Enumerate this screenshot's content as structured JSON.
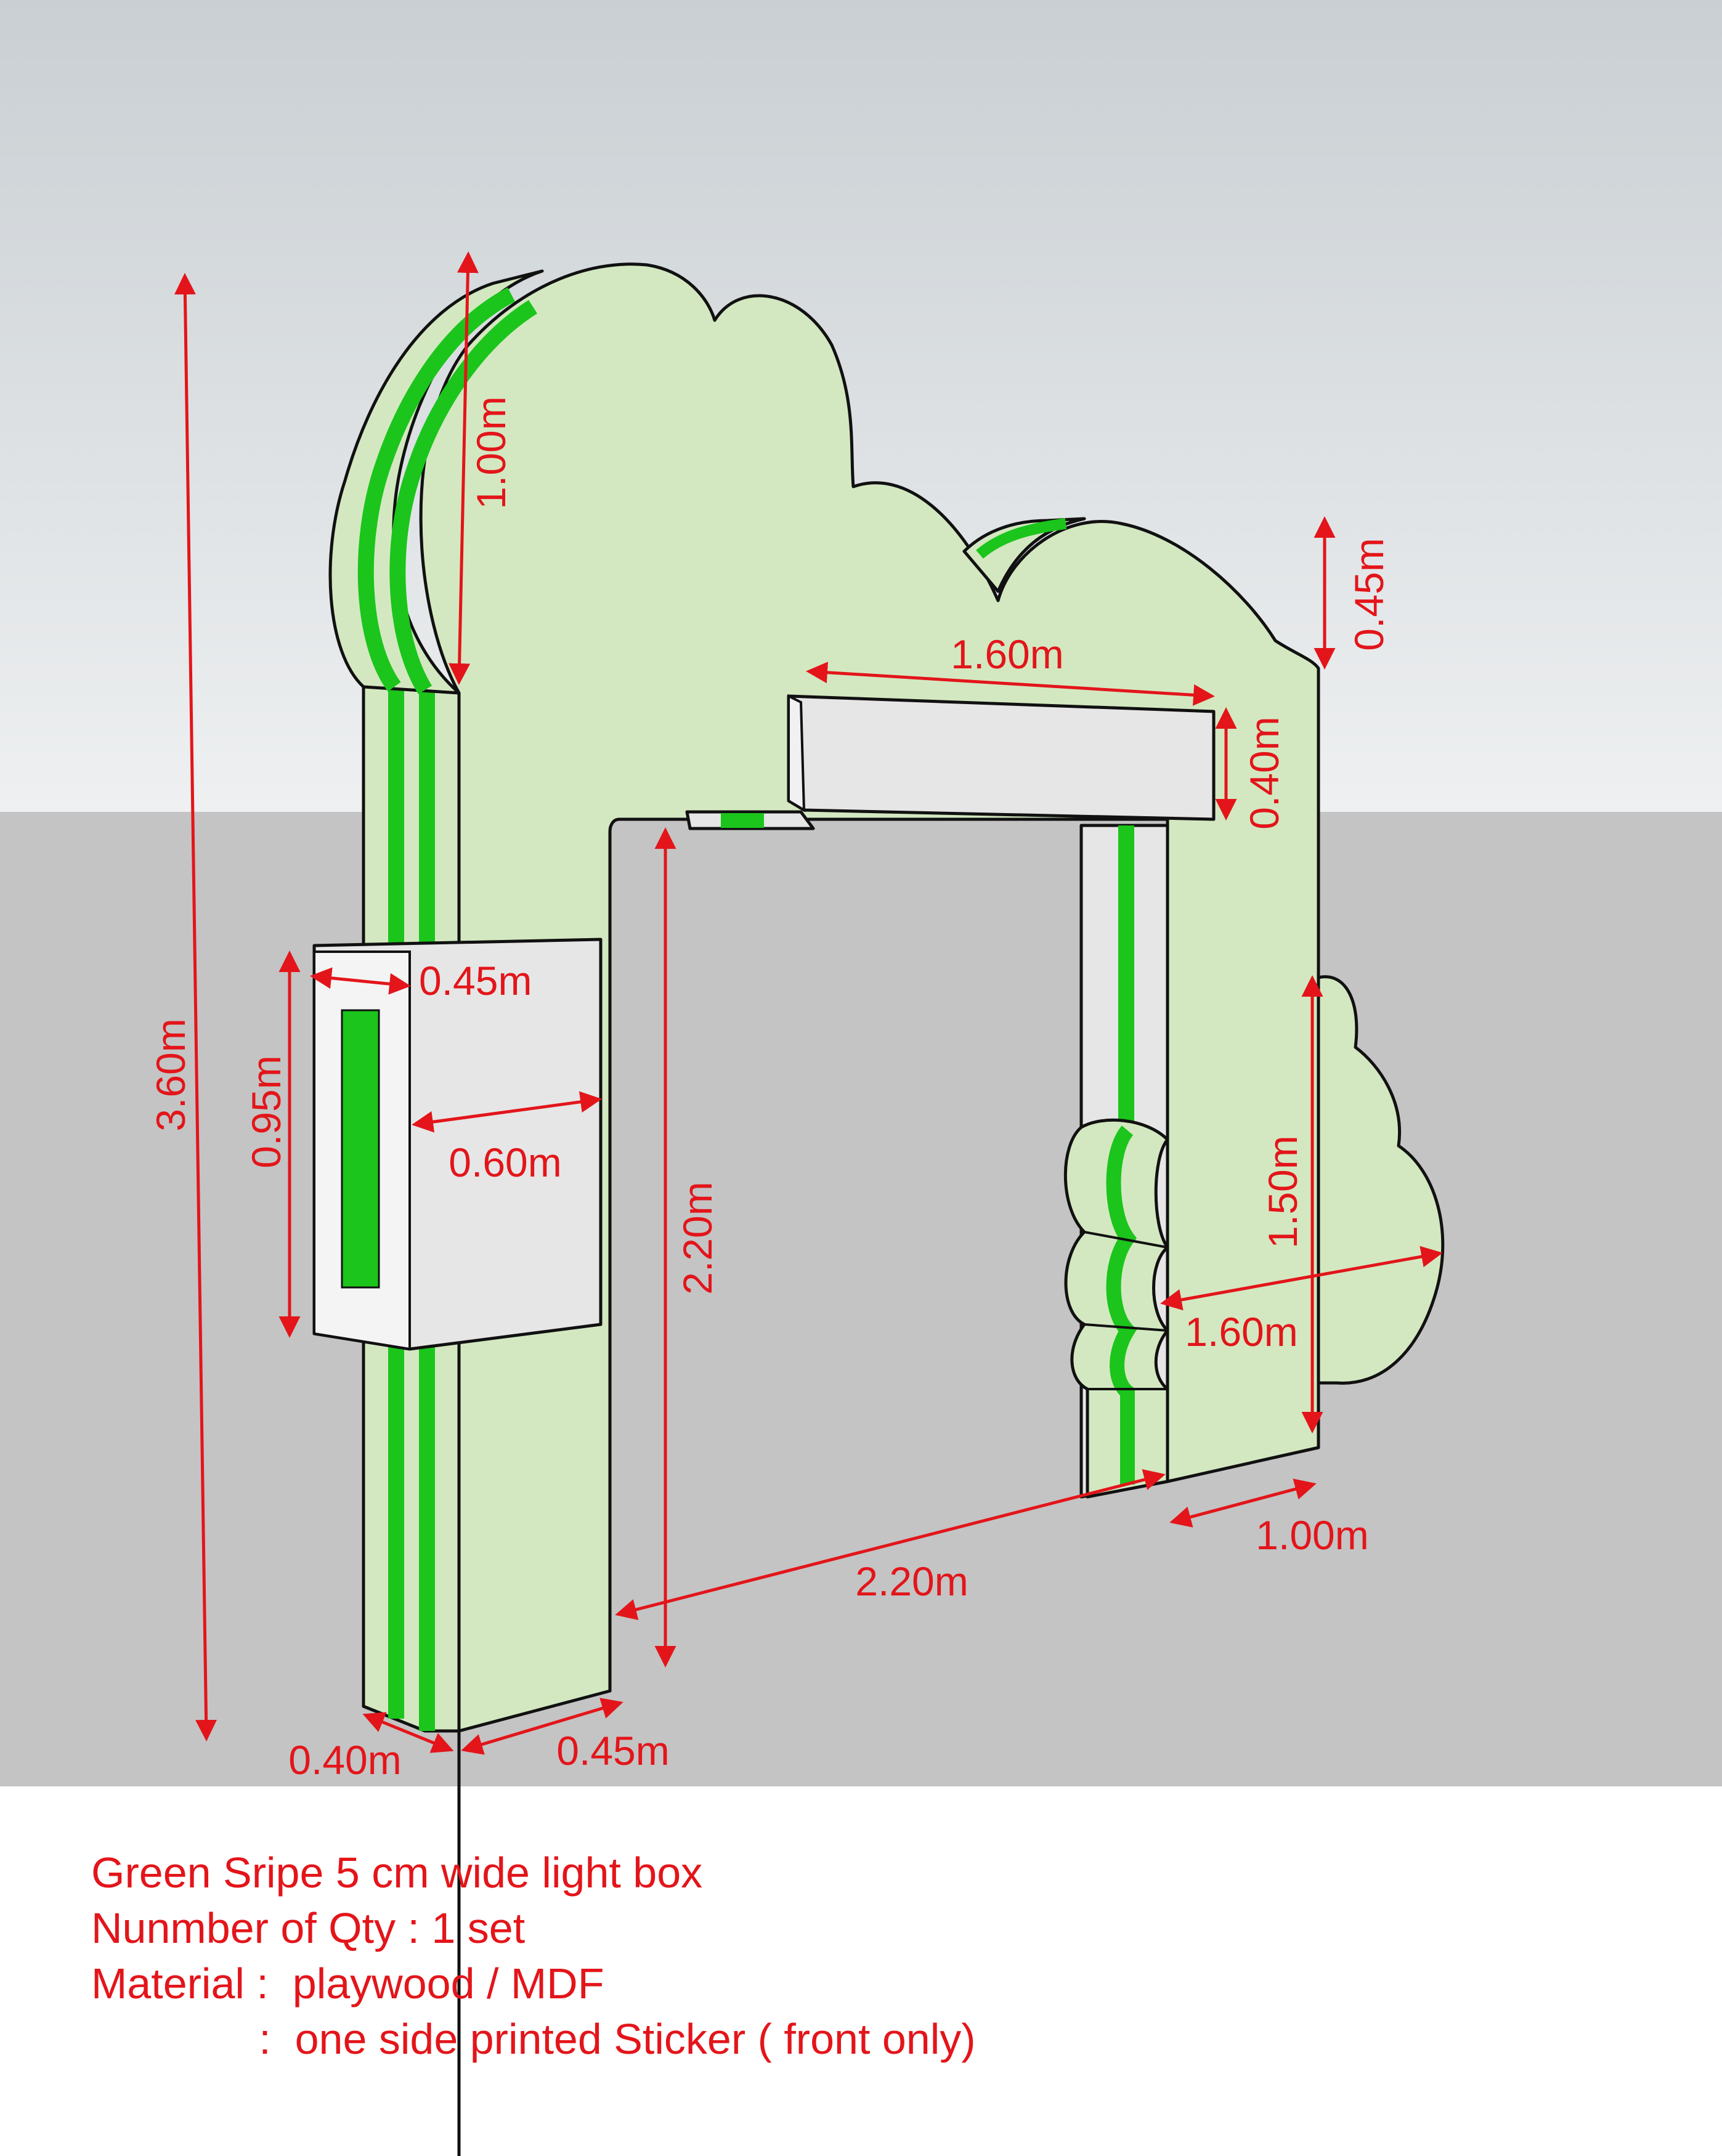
{
  "colors": {
    "sky_top": "#c9cfd3",
    "sky_bottom": "#eef0f1",
    "ground": "#c4c4c4",
    "panel": "#d3e8c1",
    "stripe": "#1bc51b",
    "white_box": "#e6e6e6",
    "dimension": "#e3151a",
    "note_text": "#e3151a"
  },
  "dimensions": {
    "total_height": "3.60m",
    "crown_height": "1.00m",
    "right_top_height": "0.45m",
    "sign_width": "1.60m",
    "sign_height": "0.40m",
    "lightbox_depth": "0.45m",
    "lightbox_height": "0.95m",
    "lightbox_width": "0.60m",
    "opening_height": "2.20m",
    "opening_width": "2.20m",
    "right_bush_height": "1.50m",
    "right_bush_width": "1.60m",
    "right_base": "1.00m",
    "left_base_width": "0.40m",
    "left_base_depth": "0.45m"
  },
  "notes": [
    "Green Sripe 5 cm wide light box",
    "Nunmber of Qty : 1 set",
    "Material :  playwood / MDF",
    "              :  one side printed Sticker ( front only)"
  ]
}
